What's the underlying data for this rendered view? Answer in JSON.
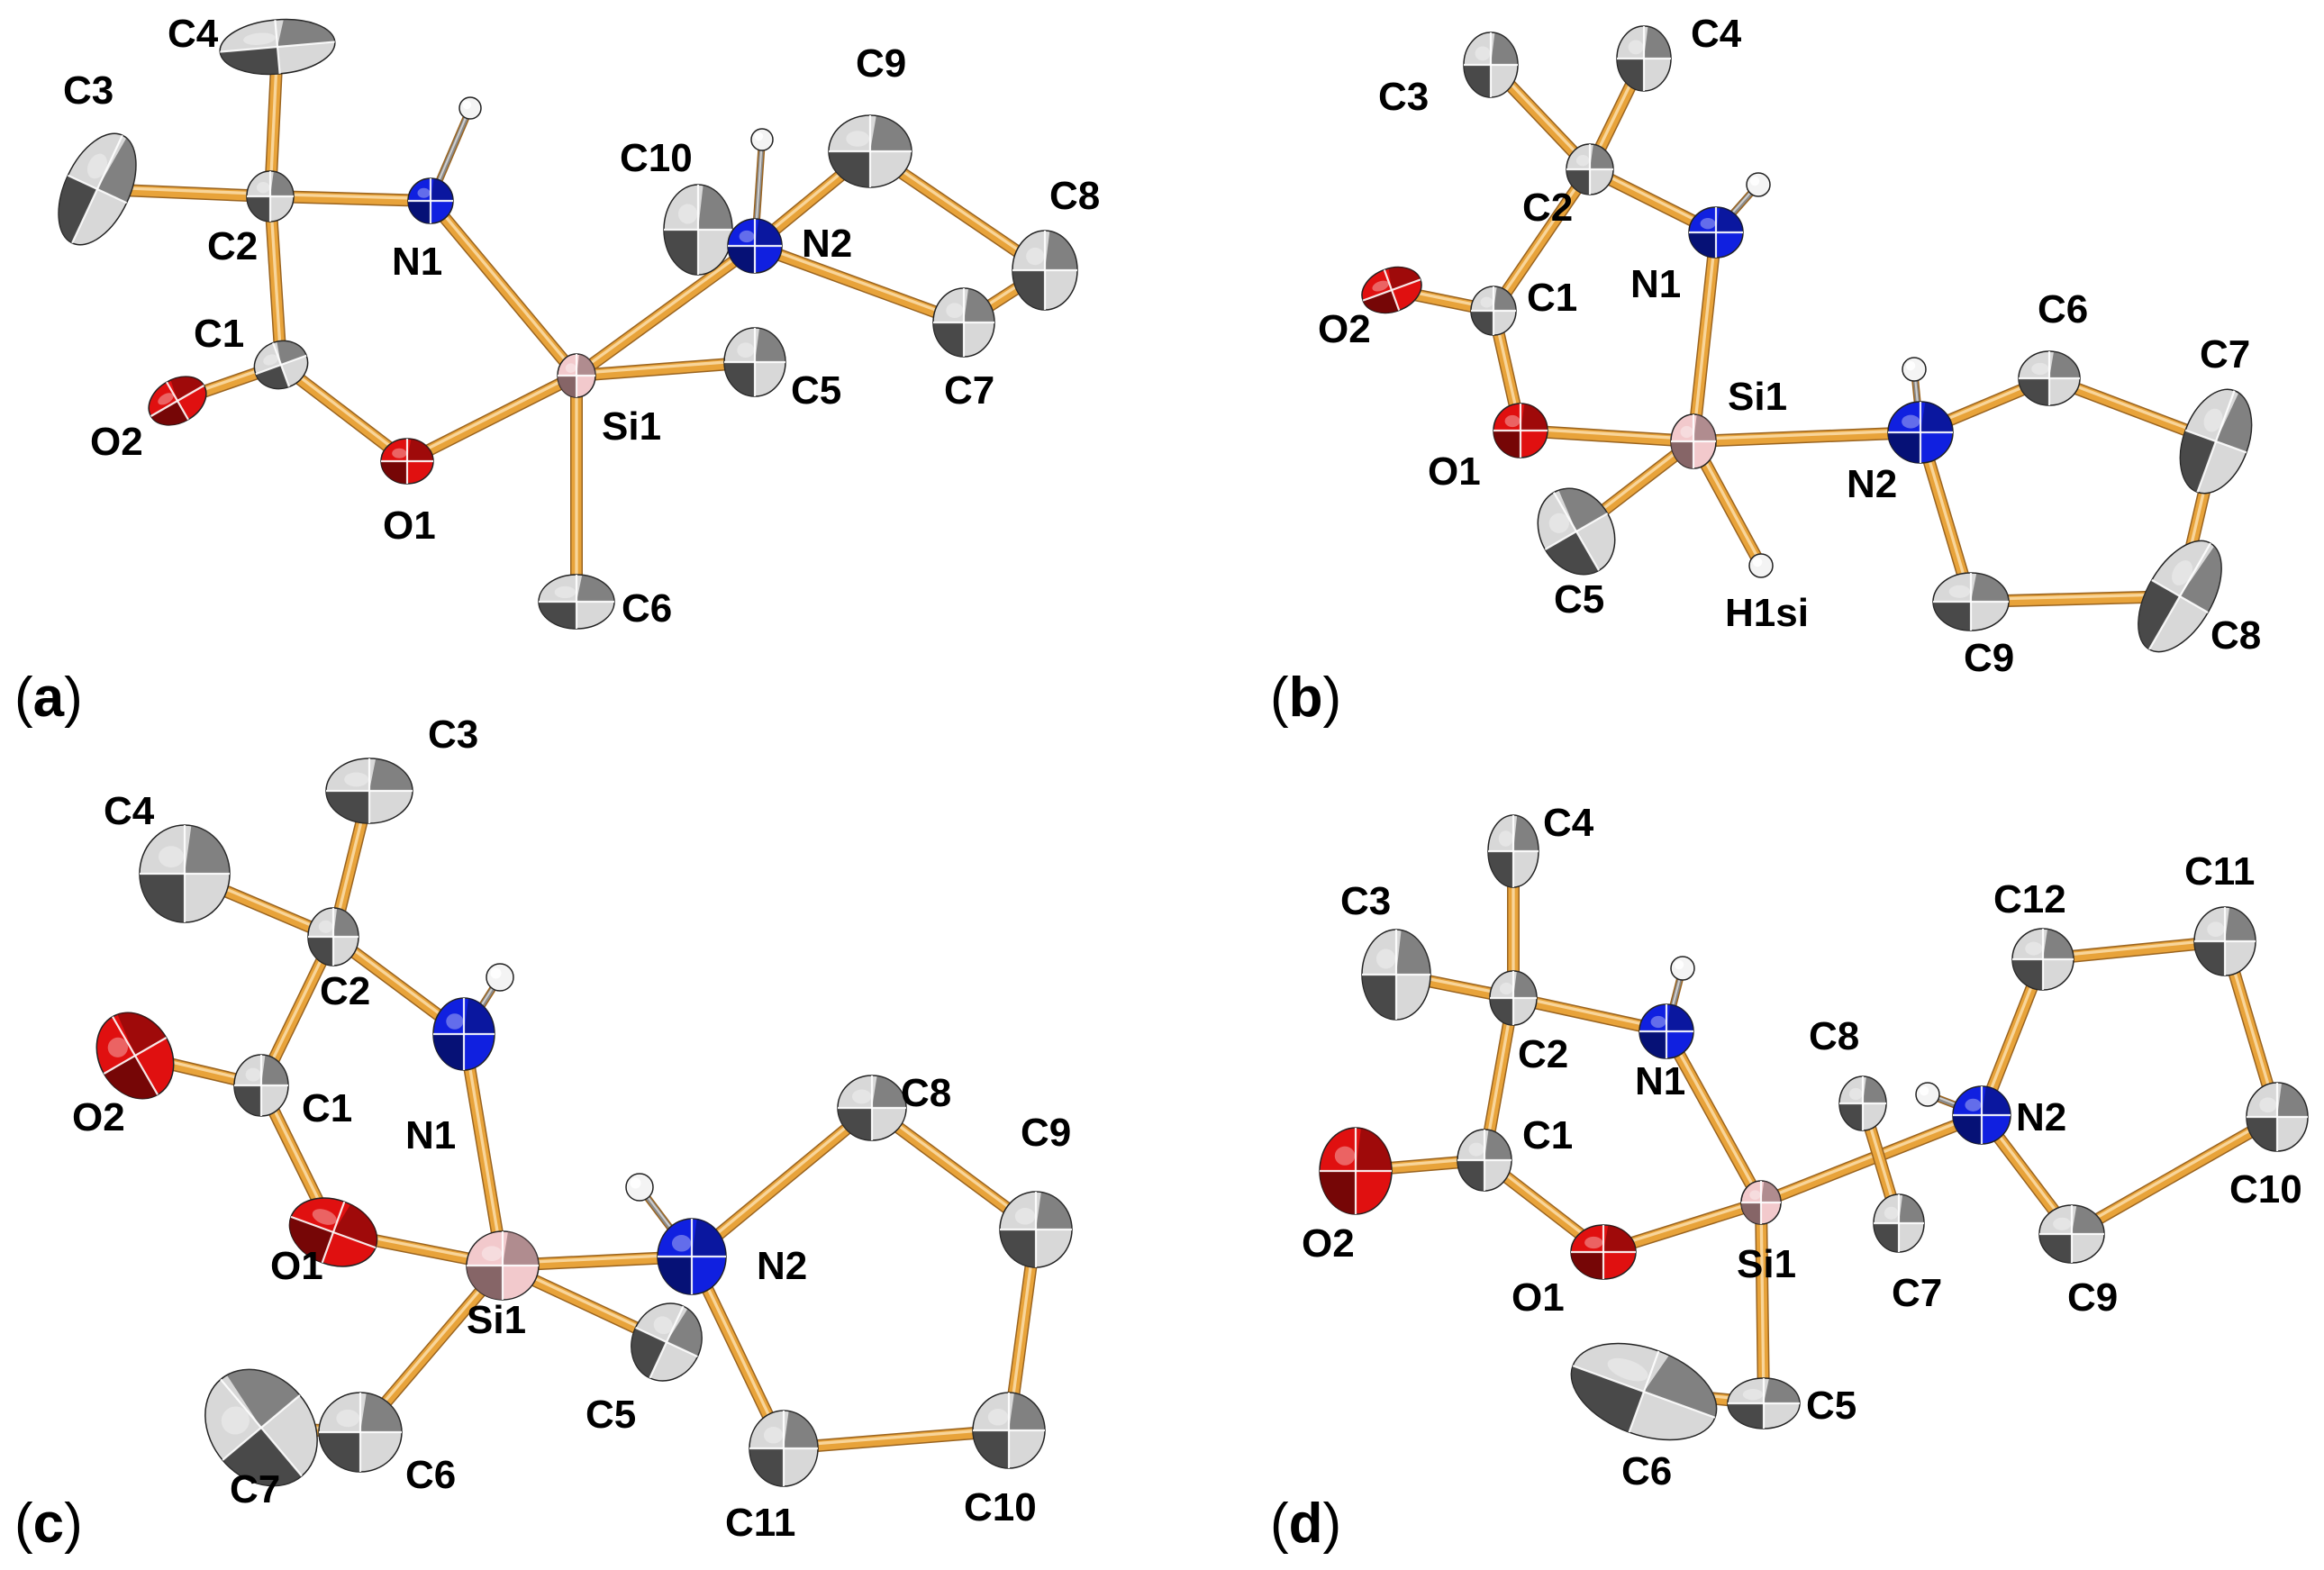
{
  "panels": [
    {
      "id": "a",
      "atoms": [
        {
          "label": "C1",
          "el": "C"
        },
        {
          "label": "C2",
          "el": "C"
        },
        {
          "label": "C3",
          "el": "C"
        },
        {
          "label": "C4",
          "el": "C"
        },
        {
          "label": "C5",
          "el": "C"
        },
        {
          "label": "C6",
          "el": "C"
        },
        {
          "label": "C7",
          "el": "C"
        },
        {
          "label": "C8",
          "el": "C"
        },
        {
          "label": "C9",
          "el": "C"
        },
        {
          "label": "C10",
          "el": "C"
        },
        {
          "label": "N1",
          "el": "N"
        },
        {
          "label": "N2",
          "el": "N"
        },
        {
          "label": "O1",
          "el": "O"
        },
        {
          "label": "O2",
          "el": "O"
        },
        {
          "label": "Si1",
          "el": "Si"
        },
        {
          "label": "",
          "el": "H"
        },
        {
          "label": "",
          "el": "H"
        }
      ],
      "bonds": [
        [
          "C2",
          "C3"
        ],
        [
          "C2",
          "C4"
        ],
        [
          "C2",
          "N1"
        ],
        [
          "C2",
          "C1"
        ],
        [
          "C1",
          "O2"
        ],
        [
          "C1",
          "O1"
        ],
        [
          "O1",
          "Si1"
        ],
        [
          "N1",
          "Si1"
        ],
        [
          "Si1",
          "N2"
        ],
        [
          "Si1",
          "C5"
        ],
        [
          "Si1",
          "C6"
        ],
        [
          "N2",
          "C10"
        ],
        [
          "N2",
          "C9"
        ],
        [
          "C9",
          "C8"
        ],
        [
          "C8",
          "C7"
        ],
        [
          "C7",
          "N2"
        ],
        [
          "N1",
          "H"
        ],
        [
          "N2",
          "H"
        ]
      ]
    },
    {
      "id": "b",
      "atoms": [
        {
          "label": "C1",
          "el": "C"
        },
        {
          "label": "C2",
          "el": "C"
        },
        {
          "label": "C3",
          "el": "C"
        },
        {
          "label": "C4",
          "el": "C"
        },
        {
          "label": "C5",
          "el": "C"
        },
        {
          "label": "C6",
          "el": "C"
        },
        {
          "label": "C7",
          "el": "C"
        },
        {
          "label": "C8",
          "el": "C"
        },
        {
          "label": "C9",
          "el": "C"
        },
        {
          "label": "N1",
          "el": "N"
        },
        {
          "label": "N2",
          "el": "N"
        },
        {
          "label": "O1",
          "el": "O"
        },
        {
          "label": "O2",
          "el": "O"
        },
        {
          "label": "Si1",
          "el": "Si"
        },
        {
          "label": "H1si",
          "el": "H"
        },
        {
          "label": "",
          "el": "H"
        },
        {
          "label": "",
          "el": "H"
        }
      ],
      "bonds": [
        [
          "C2",
          "C3"
        ],
        [
          "C2",
          "C4"
        ],
        [
          "C2",
          "N1"
        ],
        [
          "C2",
          "C1"
        ],
        [
          "C1",
          "O2"
        ],
        [
          "C1",
          "O1"
        ],
        [
          "O1",
          "Si1"
        ],
        [
          "N1",
          "Si1"
        ],
        [
          "Si1",
          "N2"
        ],
        [
          "Si1",
          "C5"
        ],
        [
          "Si1",
          "H1si"
        ],
        [
          "N2",
          "C6"
        ],
        [
          "C6",
          "C7"
        ],
        [
          "C7",
          "C8"
        ],
        [
          "C8",
          "C9"
        ],
        [
          "C9",
          "N2"
        ],
        [
          "N1",
          "H"
        ],
        [
          "N2",
          "H"
        ]
      ]
    },
    {
      "id": "c",
      "atoms": [
        {
          "label": "C1",
          "el": "C"
        },
        {
          "label": "C2",
          "el": "C"
        },
        {
          "label": "C3",
          "el": "C"
        },
        {
          "label": "C4",
          "el": "C"
        },
        {
          "label": "C5",
          "el": "C"
        },
        {
          "label": "C6",
          "el": "C"
        },
        {
          "label": "C7",
          "el": "C"
        },
        {
          "label": "C8",
          "el": "C"
        },
        {
          "label": "C9",
          "el": "C"
        },
        {
          "label": "C10",
          "el": "C"
        },
        {
          "label": "C11",
          "el": "C"
        },
        {
          "label": "N1",
          "el": "N"
        },
        {
          "label": "N2",
          "el": "N"
        },
        {
          "label": "O1",
          "el": "O"
        },
        {
          "label": "O2",
          "el": "O"
        },
        {
          "label": "Si1",
          "el": "Si"
        },
        {
          "label": "",
          "el": "H"
        },
        {
          "label": "",
          "el": "H"
        }
      ],
      "bonds": [
        [
          "C2",
          "C3"
        ],
        [
          "C2",
          "C4"
        ],
        [
          "C2",
          "N1"
        ],
        [
          "C2",
          "C1"
        ],
        [
          "C1",
          "O2"
        ],
        [
          "C1",
          "O1"
        ],
        [
          "O1",
          "Si1"
        ],
        [
          "N1",
          "Si1"
        ],
        [
          "Si1",
          "N2"
        ],
        [
          "Si1",
          "C5"
        ],
        [
          "Si1",
          "C6"
        ],
        [
          "C6",
          "C7"
        ],
        [
          "N2",
          "C8"
        ],
        [
          "C8",
          "C9"
        ],
        [
          "C9",
          "C10"
        ],
        [
          "C10",
          "C11"
        ],
        [
          "C11",
          "N2"
        ],
        [
          "N1",
          "H"
        ],
        [
          "N2",
          "H"
        ]
      ]
    },
    {
      "id": "d",
      "atoms": [
        {
          "label": "C1",
          "el": "C"
        },
        {
          "label": "C2",
          "el": "C"
        },
        {
          "label": "C3",
          "el": "C"
        },
        {
          "label": "C4",
          "el": "C"
        },
        {
          "label": "C5",
          "el": "C"
        },
        {
          "label": "C6",
          "el": "C"
        },
        {
          "label": "C7",
          "el": "C"
        },
        {
          "label": "C8",
          "el": "C"
        },
        {
          "label": "C9",
          "el": "C"
        },
        {
          "label": "C10",
          "el": "C"
        },
        {
          "label": "C11",
          "el": "C"
        },
        {
          "label": "C12",
          "el": "C"
        },
        {
          "label": "N1",
          "el": "N"
        },
        {
          "label": "N2",
          "el": "N"
        },
        {
          "label": "O1",
          "el": "O"
        },
        {
          "label": "O2",
          "el": "O"
        },
        {
          "label": "Si1",
          "el": "Si"
        },
        {
          "label": "",
          "el": "H"
        },
        {
          "label": "",
          "el": "H"
        }
      ],
      "bonds": [
        [
          "C2",
          "C3"
        ],
        [
          "C2",
          "C4"
        ],
        [
          "C2",
          "N1"
        ],
        [
          "C2",
          "C1"
        ],
        [
          "C1",
          "O2"
        ],
        [
          "C1",
          "O1"
        ],
        [
          "O1",
          "Si1"
        ],
        [
          "N1",
          "Si1"
        ],
        [
          "Si1",
          "N2"
        ],
        [
          "Si1",
          "C5"
        ],
        [
          "C5",
          "C6"
        ],
        [
          "C8",
          "C7"
        ],
        [
          "N2",
          "C12"
        ],
        [
          "C12",
          "C11"
        ],
        [
          "C11",
          "C10"
        ],
        [
          "C10",
          "C9"
        ],
        [
          "C9",
          "N2"
        ],
        [
          "N1",
          "H"
        ],
        [
          "N2",
          "H"
        ]
      ]
    }
  ],
  "colors": {
    "bond": "#e8a33a",
    "bond_dark": "#9a6420",
    "carbon_light": "#d8d8d8",
    "carbon_dark": "#3a3a3a",
    "nitrogen": "#1020e0",
    "nitrogen_dark": "#06106a",
    "oxygen": "#e01010",
    "oxygen_dark": "#6a0606",
    "silicon": "#f2c9cc",
    "silicon_dark": "#7a5a5c",
    "hydrogen": "#f4f4f4"
  },
  "icons": {
    "atom": "ellipsoid",
    "bond": "cylinder"
  }
}
